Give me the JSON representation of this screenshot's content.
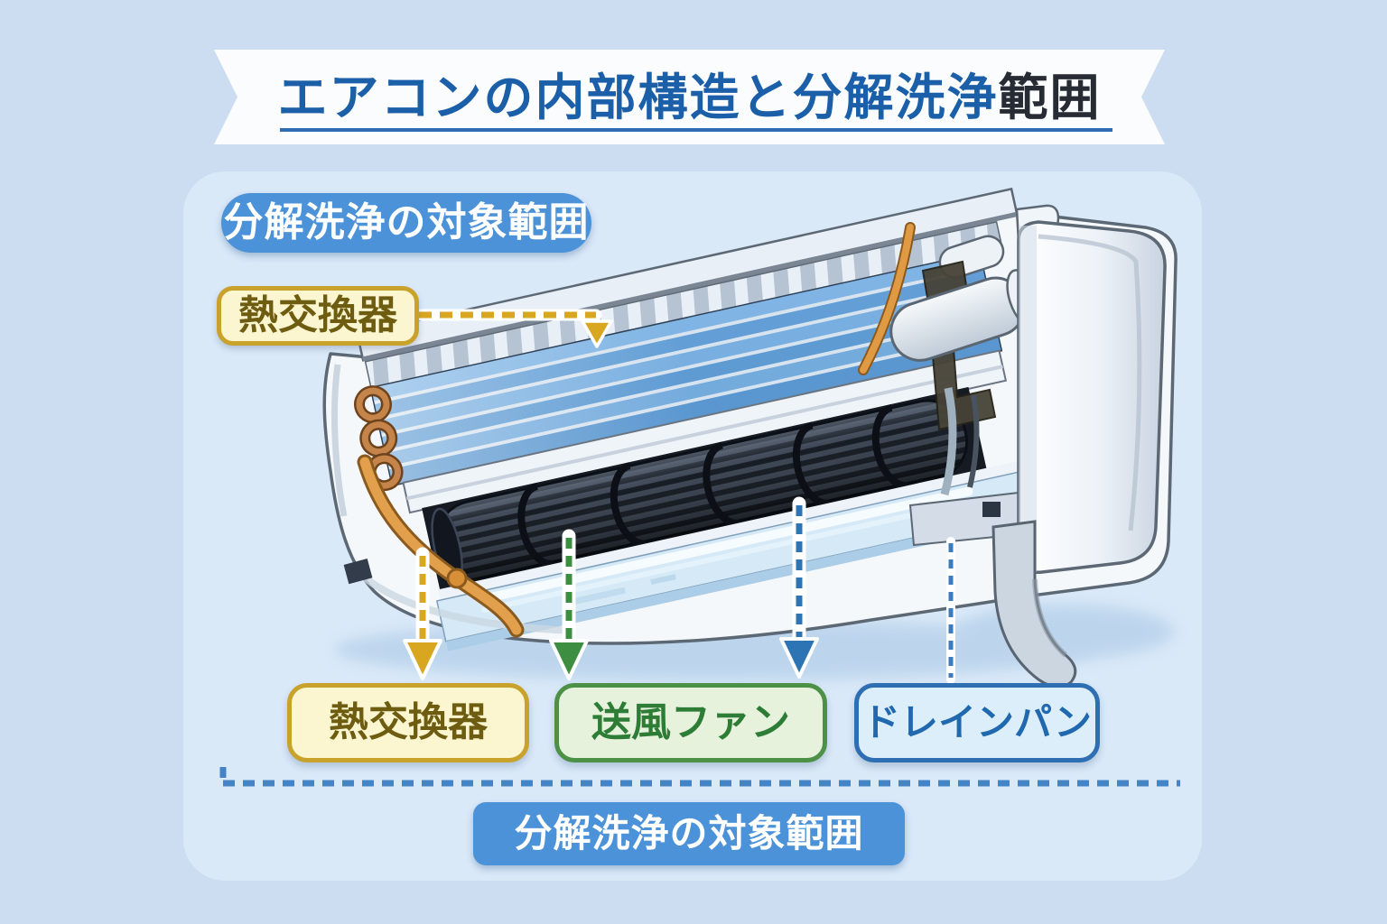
{
  "header": {
    "title_blue": "エアコンの内部構造と分解洗浄",
    "title_dark": "範囲"
  },
  "diagram": {
    "scope_label_top": "分解洗浄の対象範囲",
    "heat_exchanger_callout": "熱交換器",
    "part_labels": [
      {
        "id": "heat-exchanger",
        "text": "熱交換器",
        "border": "#C9A22C",
        "bg": "#FBF6CF",
        "text_color": "#6E5D11",
        "arrow_color": "#D9A71F"
      },
      {
        "id": "blower-fan",
        "text": "送風ファン",
        "border": "#4D9147",
        "bg": "#E6F2DC",
        "text_color": "#2E7D36",
        "arrow_color": "#3E8E41"
      },
      {
        "id": "drain-pan",
        "text": "ドレインパン",
        "border": "#2E6FB3",
        "bg": "#DDEEFB",
        "text_color": "#2169AE",
        "arrow_color": "#2D74B5"
      }
    ],
    "scope_banner_bottom": "分解洗浄の対象範囲"
  },
  "colors": {
    "background": "#CDDDF1",
    "panel": "#DAE9F8",
    "accent_blue": "#4B92D8",
    "title_blue": "#1C5FA9",
    "title_dark": "#262B34",
    "scope_dash_line": "#4383C6",
    "coil_blue": "#6AA5D9",
    "copper": "#C5854A",
    "fan_dark": "#2B3342"
  }
}
